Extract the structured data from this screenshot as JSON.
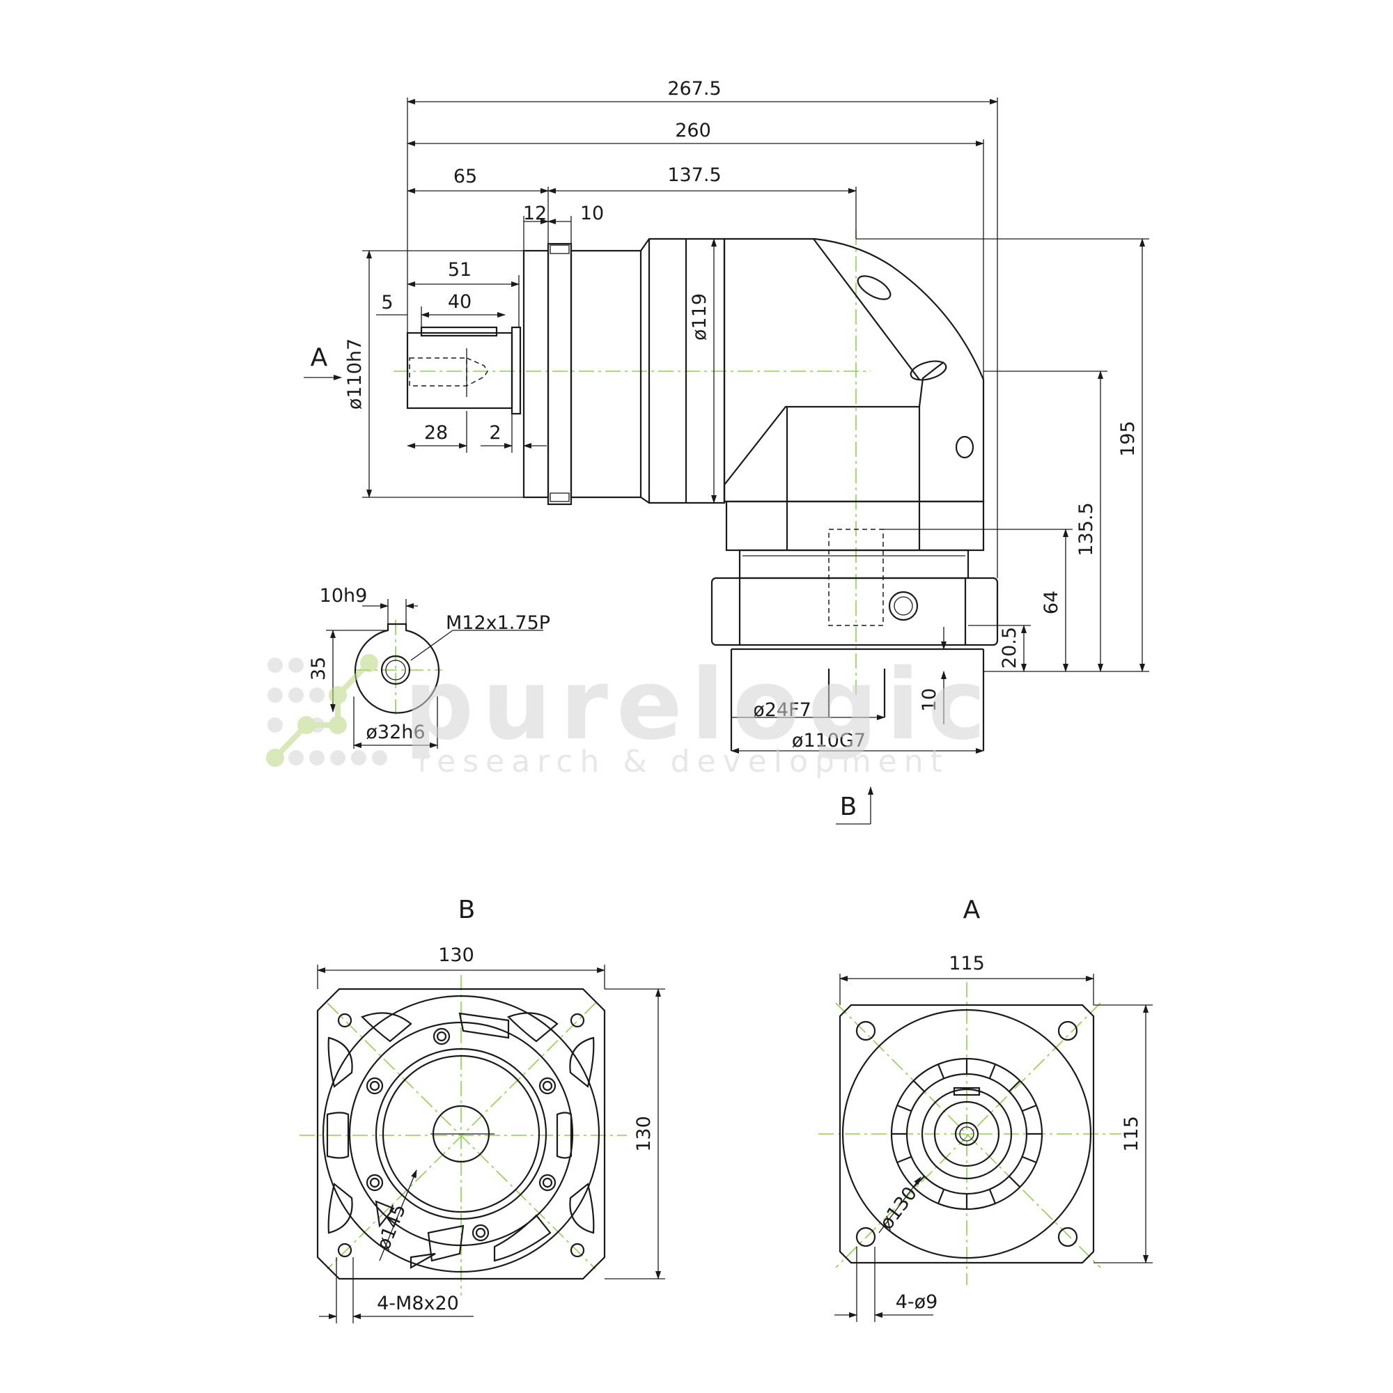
{
  "colors": {
    "line": "#1a1a1a",
    "centerline": "#8fd14f",
    "watermark": "#d4d4d4",
    "logo_accent": "#b9d67f"
  },
  "side_view": {
    "dims": {
      "d267_5": "267.5",
      "d260": "260",
      "d65": "65",
      "d137_5": "137.5",
      "d12": "12",
      "d10_top": "10",
      "d51": "51",
      "d5": "5",
      "d40": "40",
      "d28": "28",
      "d2": "2",
      "d_o110h7": "ø110h7",
      "d_o119": "ø119",
      "d195": "195",
      "d135_5": "135.5",
      "d64": "64",
      "d20_5": "20.5",
      "d10_bottom": "10",
      "d_o24F7": "ø24F7",
      "d_o110G7": "ø110G7"
    },
    "arrow_a": "A",
    "arrow_b": "B"
  },
  "shaft_section": {
    "d10h9": "10h9",
    "thread": "M12x1.75P",
    "d35": "35",
    "d_o32h6": "ø32h6"
  },
  "view_b": {
    "title": "B",
    "width": "130",
    "height": "130",
    "pcd": "ø145",
    "holes": "4-M8x20"
  },
  "view_a": {
    "title": "A",
    "width": "115",
    "height": "115",
    "pcd": "ø130",
    "holes": "4-ø9"
  },
  "watermark": {
    "brand": "purelogic",
    "tagline": "research & development"
  }
}
